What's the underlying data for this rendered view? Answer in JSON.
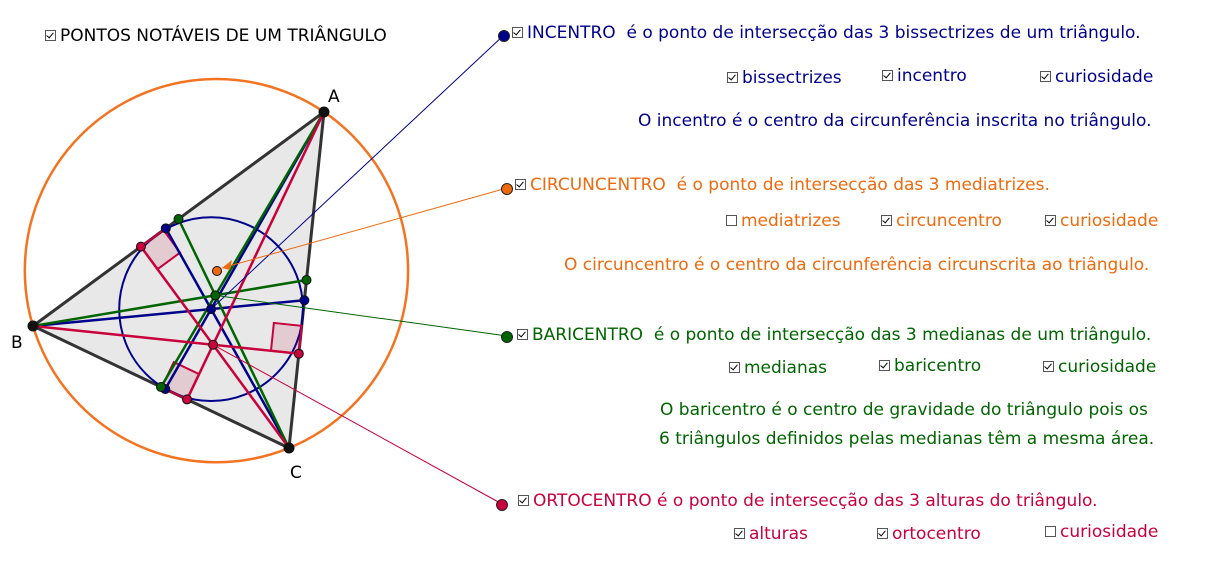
{
  "title": {
    "label": "PONTOS NOTÁVEIS DE UM TRIÂNGULO",
    "checked": true
  },
  "vertices": {
    "a": "A",
    "b": "B",
    "c": "C"
  },
  "colors": {
    "incentro": "#00008b",
    "circuncentro": "#ee6a0e",
    "baricentro": "#006400",
    "ortocentro": "#c8003c",
    "circle": "#f47321",
    "triangle_fill": "#e8e8e8",
    "triangle_stroke": "#333333"
  },
  "incentro": {
    "name": "INCENTRO",
    "desc": "é o ponto de intersecção das 3 bissectrizes de um triângulo.",
    "options": [
      {
        "label": "bissectrizes",
        "checked": true
      },
      {
        "label": "incentro",
        "checked": true
      },
      {
        "label": "curiosidade",
        "checked": true
      }
    ],
    "curiosity": [
      "O incentro é o centro da circunferência inscrita no triângulo."
    ]
  },
  "circuncentro": {
    "name": "CIRCUNCENTRO",
    "desc": "é o ponto de intersecção das 3 mediatrizes.",
    "options": [
      {
        "label": "mediatrizes",
        "checked": false
      },
      {
        "label": "circuncentro",
        "checked": true
      },
      {
        "label": "curiosidade",
        "checked": true
      }
    ],
    "curiosity": [
      "O circuncentro é o centro da circunferência circunscrita ao triângulo."
    ]
  },
  "baricentro": {
    "name": "BARICENTRO",
    "desc": "é o ponto de intersecção das 3 medianas de um triângulo.",
    "options": [
      {
        "label": "medianas",
        "checked": true
      },
      {
        "label": "baricentro",
        "checked": true
      },
      {
        "label": "curiosidade",
        "checked": true
      }
    ],
    "curiosity": [
      "O baricentro é o centro de gravidade do triângulo pois os",
      "6 triângulos definidos pelas medianas têm a mesma área."
    ]
  },
  "ortocentro": {
    "name": "ORTOCENTRO",
    "desc": "é o ponto de intersecção das 3 alturas do triângulo.",
    "options": [
      {
        "label": "alturas",
        "checked": true
      },
      {
        "label": "ortocentro",
        "checked": true
      },
      {
        "label": "curiosidade",
        "checked": false
      }
    ],
    "curiosity": []
  }
}
